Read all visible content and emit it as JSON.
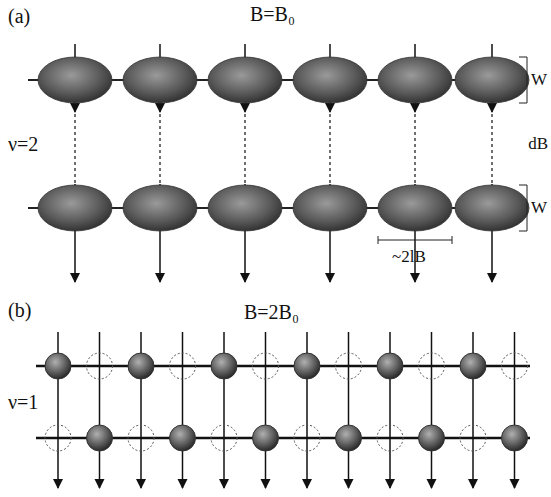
{
  "diagram": {
    "labels": [
      "(a)",
      "B=B₀",
      "ν=2",
      "W",
      "W",
      "dB",
      "~2lB",
      "(b)",
      "B=2B₀",
      "ν=1"
    ]
  }
}
